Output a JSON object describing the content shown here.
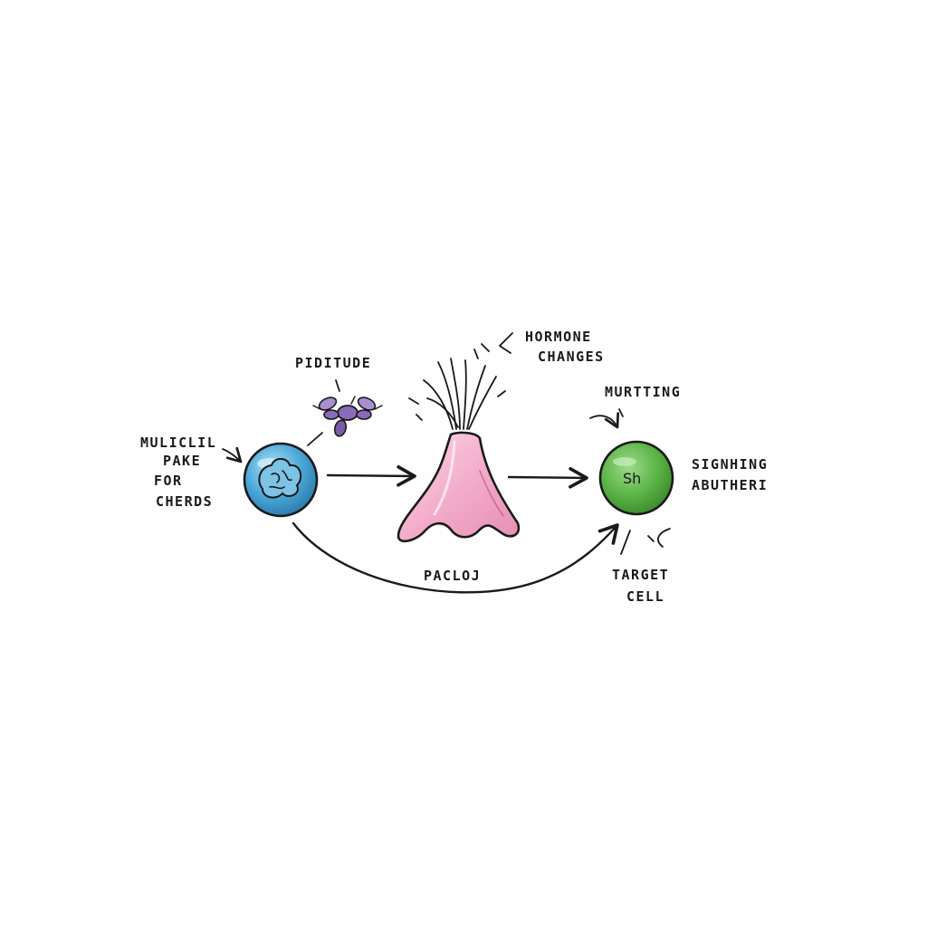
{
  "labels": {
    "left_line1": "MULICLIL",
    "left_line2": "PAKE",
    "left_line3": "FOR",
    "left_line4": "CHERDS",
    "pituitary": "PIDITUDE",
    "hormone_line1": "HORMONE",
    "hormone_line2": "CHANGES",
    "murtting": "MURTTING",
    "signaling_line1": "SIGNHING",
    "signaling_line2": "ABUTHERI",
    "bottom_path": "PACLOJ",
    "target_line1": "TARGET",
    "target_line2": "CELL",
    "green_cell_text": "Sh"
  },
  "colors": {
    "blue_cell": "#4aa8d8",
    "blue_cell_light": "#9fd6f0",
    "gland_pink": "#f2aac8",
    "gland_pink_light": "#fbd7e6",
    "green_cell": "#5cb548",
    "green_cell_light": "#8fd47a",
    "purple_bug": "#8a6bb8",
    "ink": "#1a1a1a"
  }
}
